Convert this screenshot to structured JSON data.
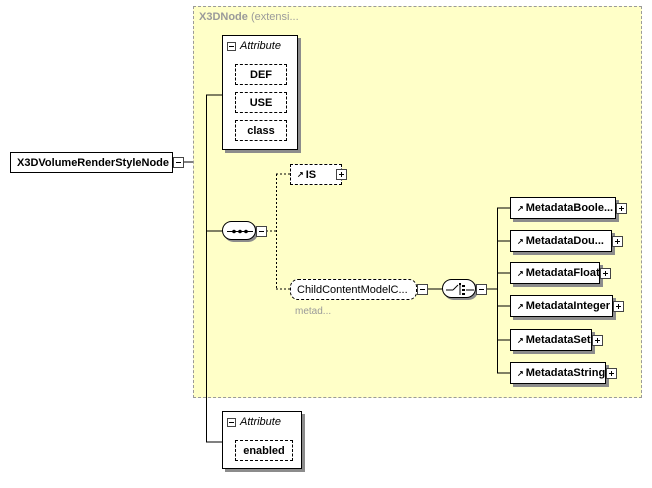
{
  "base_type": {
    "name": "X3DNode",
    "suffix": "(extensi..."
  },
  "root": {
    "label": "X3DVolumeRenderStyleNode"
  },
  "attributes_top": {
    "title": "Attribute",
    "items": [
      "DEF",
      "USE",
      "class"
    ]
  },
  "attributes_bottom": {
    "title": "Attribute",
    "items": [
      "enabled"
    ]
  },
  "is_element": {
    "label": "IS"
  },
  "group": {
    "label": "ChildContentModelC...",
    "annotation": "metad..."
  },
  "choice_children": [
    "MetadataBoole...",
    "MetadataDou...",
    "MetadataFloat",
    "MetadataInteger",
    "MetadataSet",
    "MetadataString"
  ],
  "colors": {
    "extension_bg": "#ffffc8",
    "shadow": "#8c8c8c"
  }
}
